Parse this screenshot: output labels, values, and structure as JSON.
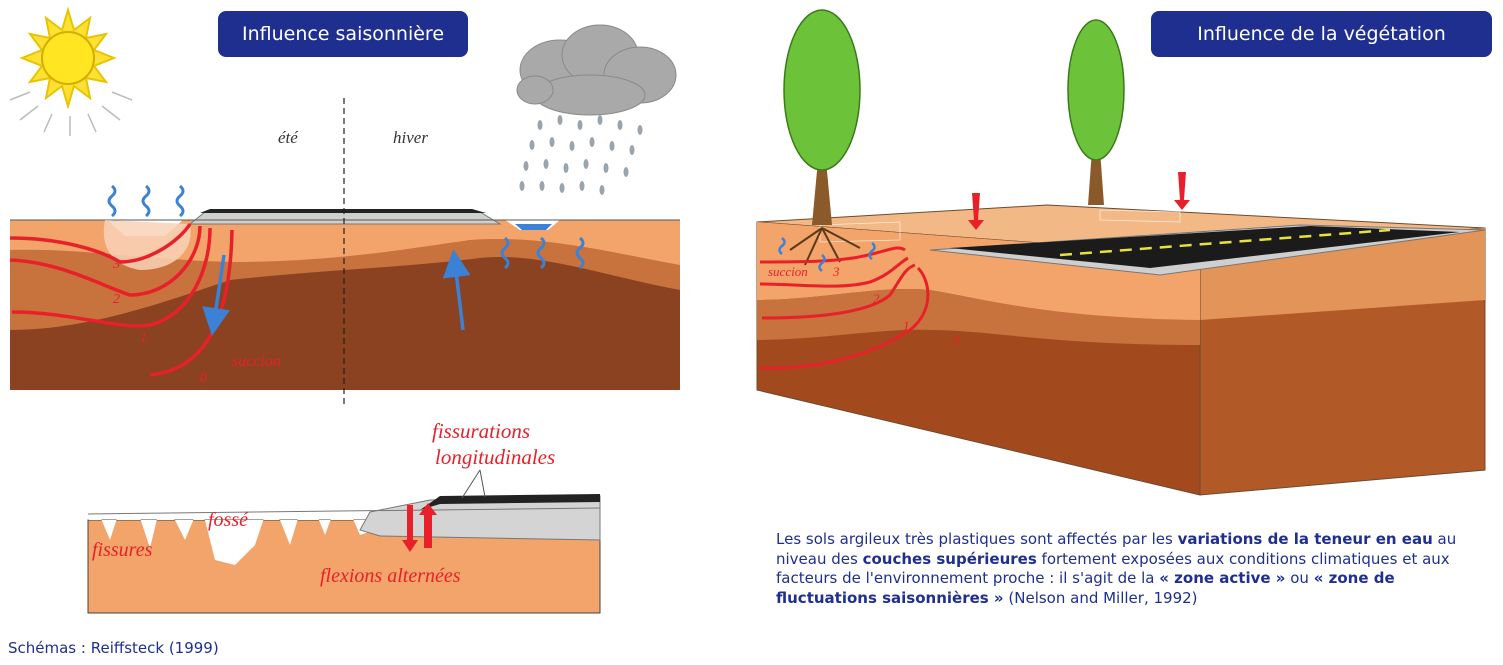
{
  "titles": {
    "seasonal": "Influence saisonnière",
    "vegetation": "Influence de la végétation"
  },
  "seasonal_diagram": {
    "summer_label": "été",
    "winter_label": "hiver",
    "contour_labels": [
      "3",
      "2",
      "1",
      "0"
    ],
    "suction_label": "succion"
  },
  "crack_diagram": {
    "cracks_label": "fissures",
    "ditch_label": "fossé",
    "longitudinal_cracks_line1": "fissurations",
    "longitudinal_cracks_line2": "longitudinales",
    "alternating_bending_label": "flexions alternées"
  },
  "vegetation_diagram": {
    "suction_label": "succion",
    "contour_labels": [
      "3",
      "2",
      "1",
      "0"
    ]
  },
  "description": {
    "p1": "Les sols argileux très plastiques sont affectés par les ",
    "b1": "variations de la teneur en eau",
    "p2": " au niveau des ",
    "b2": "couches supérieures",
    "p3": " fortement exposées aux conditions climatiques et aux facteurs de l'environnement proche : il s'agit de la ",
    "b3": "« zone active »",
    "p4": " ou ",
    "b4": "« zone de fluctuations saisonnières »",
    "p5": " (Nelson and Miller, 1992)"
  },
  "credit": "Schémas : Reiffsteck (1999)",
  "colors": {
    "title_bg": "#1f2f8f",
    "text_blue": "#1f2f8f",
    "label_red": "#e8202a",
    "soil_light": "#f2a46b",
    "soil_mid": "#c8723e",
    "soil_dark": "#8a4221"
  }
}
